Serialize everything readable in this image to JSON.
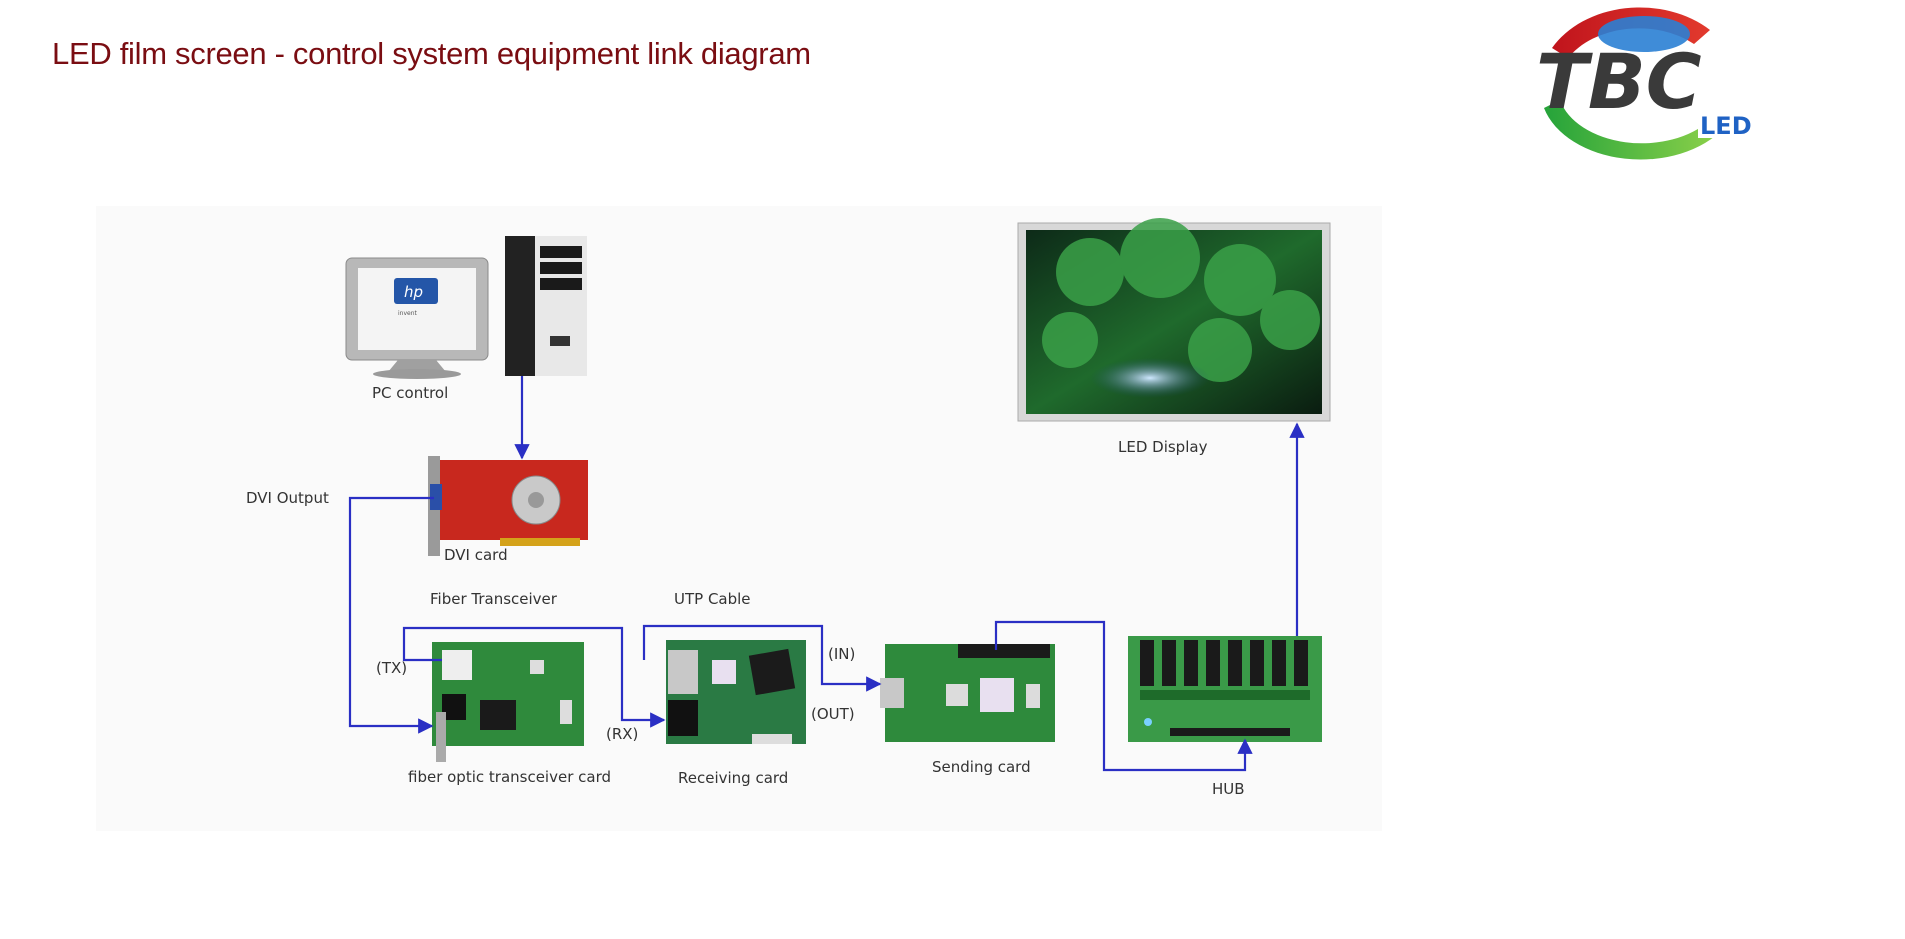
{
  "slide": {
    "title": "LED film screen - control system equipment link diagram",
    "logo_text": "TBC",
    "logo_subtext": "LED"
  },
  "diagram": {
    "labels": {
      "pc_control": "PC control",
      "dvi_output": "DVI Output",
      "dvi_card": "DVI card",
      "fiber_transceiver": "Fiber Transceiver",
      "utp_cable": "UTP Cable",
      "tx": "(TX)",
      "rx": "(RX)",
      "in": "(IN)",
      "out": "(OUT)",
      "fiber_card": "fiber optic transceiver card",
      "receiving_card": "Receiving card",
      "sending_card": "Sending card",
      "hub": "HUB",
      "led_display": "LED Display",
      "hp_logo": "hp",
      "hp_invent": "invent"
    },
    "colors": {
      "arrow": "#2a2fc4",
      "pcb_green": "#2f8a3c",
      "dvi_red": "#c8281e",
      "title": "#7a0d12"
    }
  }
}
